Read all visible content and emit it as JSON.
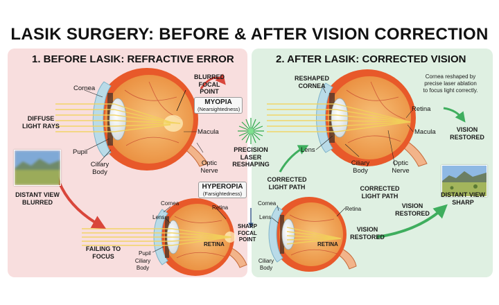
{
  "title": "LASIK SURGERY: BEFORE & AFTER VISION CORRECTION",
  "colors": {
    "before_panel": "#f8dede",
    "after_panel": "#dff0e2",
    "eye_sclera": "#e8592a",
    "eye_interior": "#f0a04a",
    "cornea": "#b9dbe8",
    "light_rays": "#f2d35a",
    "arrow_red": "#d9463b",
    "arrow_green": "#3fae5e",
    "laser_green": "#2ea84a"
  },
  "before": {
    "heading": "1. BEFORE LASIK: REFRACTIVE ERROR",
    "labels": {
      "cornea": "Cornea",
      "pupil": "Pupil",
      "ciliary_body": "Ciliary\nBody",
      "macula": "Macula",
      "optic_nerve": "Optic\nNerve",
      "blurred_focal_point": "BLURRED\nFOCAL POINT",
      "diffuse_light_rays": "DIFFUSE\nLIGHT RAYS",
      "distant_view_blurred": "DISTANT VIEW\nBLURRED",
      "failing_to_focus": "FAILING TO\nFOCUS",
      "cornea2": "Cornea",
      "lens2": "Lens",
      "pupil2": "Pupil",
      "ciliary_body2": "Ciliary\nBody",
      "retina2": "Retina",
      "retina_caps": "RETINA",
      "sharp_focal_point": "SHARP\nFOCAL\nPOINT"
    },
    "myopia": {
      "name": "MYOPIA",
      "sub": "(Nearsightedness)"
    },
    "hyperopia": {
      "name": "HYPEROPIA",
      "sub": "(Farsightedness)"
    }
  },
  "laser": {
    "label": "PRECISION\nLASER\nRESHAPING",
    "icon": "laser-burst-icon"
  },
  "after": {
    "heading": "2. AFTER LASIK: CORRECTED VISION",
    "note": "Cornea reshaped by\nprecise laser ablation\nto focus light correctly.",
    "labels": {
      "reshaped_cornea": "RESHAPED\nCORNEA",
      "retina": "Retina",
      "macula": "Macula",
      "lens": "Lens",
      "ciliary_body": "Ciliary\nBody",
      "optic_nerve": "Optic\nNerve",
      "corrected_light_path": "CORRECTED\nLIGHT PATH",
      "corrected_light_path2": "CORRECTED\nLIGHT PATH",
      "vision_restored": "VISION\nRESTORED",
      "vision_restored2": "VISION\nRESTORED",
      "vision_restored3": "VISION\nRESTORED",
      "distant_view_sharp": "DISTANT VIEW\nSHARP",
      "cornea2": "Cornea",
      "lens2": "Lens",
      "retina2": "Retina",
      "retina_caps": "RETINA",
      "ciliary_body2": "Ciliary\nBody"
    }
  }
}
